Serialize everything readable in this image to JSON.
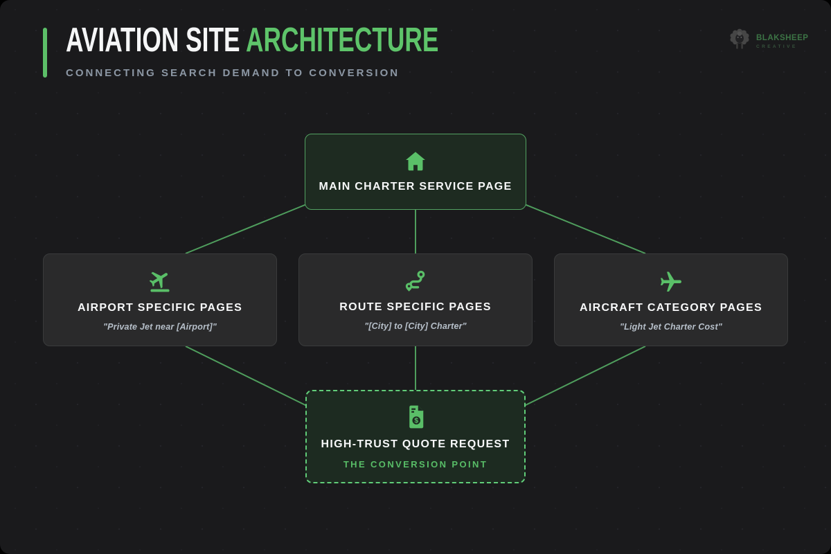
{
  "header": {
    "title_white": "AVIATION SITE ",
    "title_green": "ARCHITECTURE",
    "subtitle": "CONNECTING SEARCH DEMAND TO CONVERSION"
  },
  "logo": {
    "name": "BLAKSHEEP",
    "tagline": "CREATIVE",
    "icon": "sheep-icon"
  },
  "diagram": {
    "nodes": [
      {
        "id": "main",
        "icon": "home-icon",
        "title": "MAIN CHARTER SERVICE PAGE",
        "caption": ""
      },
      {
        "id": "airport",
        "icon": "plane-departure-icon",
        "title": "AIRPORT SPECIFIC PAGES",
        "caption": "\"Private Jet near [Airport]\""
      },
      {
        "id": "route",
        "icon": "route-icon",
        "title": "ROUTE SPECIFIC PAGES",
        "caption": "\"[City] to [City] Charter\""
      },
      {
        "id": "aircraft",
        "icon": "plane-icon",
        "title": "AIRCRAFT CATEGORY PAGES",
        "caption": "\"Light Jet Charter Cost\""
      },
      {
        "id": "quote",
        "icon": "file-invoice-dollar-icon",
        "title": "HIGH-TRUST QUOTE REQUEST",
        "caption": "THE CONVERSION POINT"
      }
    ],
    "edges": [
      [
        "main",
        "airport"
      ],
      [
        "main",
        "route"
      ],
      [
        "main",
        "aircraft"
      ],
      [
        "airport",
        "quote"
      ],
      [
        "route",
        "quote"
      ],
      [
        "aircraft",
        "quote"
      ]
    ]
  },
  "colors": {
    "background": "#1a1a1c",
    "accent_green": "#5ec46a",
    "icon_green": "#5abf68",
    "line_green": "#4f9e5d",
    "dashed_border_green": "#61cd79",
    "solid_border_green": "#53a262",
    "node_green_bg": "#1e2b21",
    "node_gray_bg": "#2a2a2b",
    "subtitle_gray": "#8c97a4",
    "caption_gray": "#b6bfc9",
    "title_white": "#f5f6f7"
  }
}
